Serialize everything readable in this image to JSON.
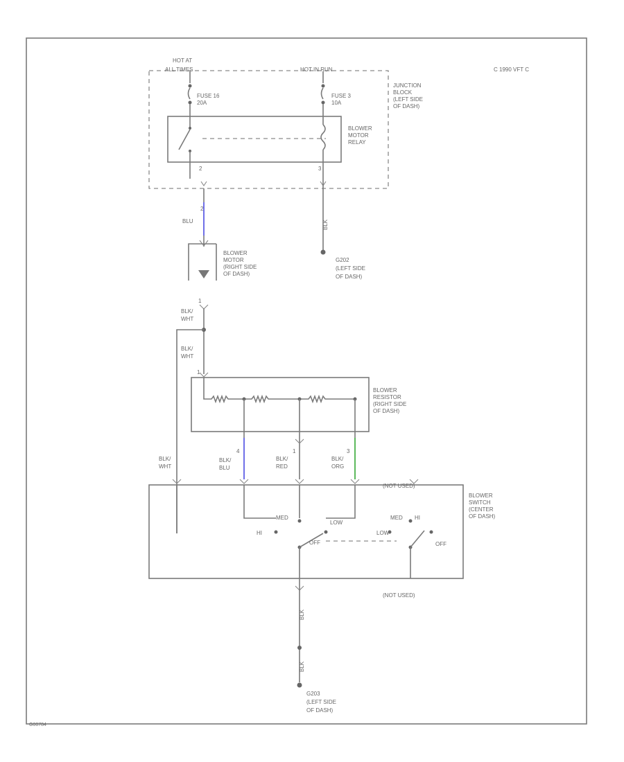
{
  "diagram": {
    "corner_code": "C  1990 VFT C",
    "footer_code": "G00784",
    "colors": {
      "blue_wire": "#6f6fe8",
      "green_wire": "#5cb85c",
      "line": "#7a7a7a"
    },
    "junction_block": {
      "label": [
        "JUNCTION",
        "BLOCK",
        "(LEFT SIDE",
        "OF DASH)"
      ],
      "hot_left": [
        "HOT AT",
        "ALL TIMES"
      ],
      "hot_right": "HOT IN RUN",
      "fuse_left": [
        "FUSE 16",
        "20A"
      ],
      "fuse_right": [
        "FUSE 3",
        "10A"
      ],
      "relay_label": [
        "BLOWER",
        "MOTOR",
        "RELAY"
      ],
      "pin_left": "2",
      "pin_right": "3"
    },
    "ground_top": {
      "wire": "BLK",
      "label": [
        "G202",
        "(LEFT SIDE",
        "OF DASH)"
      ]
    },
    "blower_motor": {
      "wire_in": "BLU",
      "pin_top": "2",
      "pin_bottom": "1",
      "label": [
        "BLOWER",
        "MOTOR",
        "(RIGHT SIDE",
        "OF DASH)"
      ]
    },
    "wire_labels": {
      "blk_wht_1": [
        "BLK/",
        "WHT"
      ],
      "blk_wht_2": [
        "BLK/",
        "WHT"
      ],
      "blk_wht_3": [
        "BLK/",
        "WHT"
      ]
    },
    "resistor": {
      "pin": "1",
      "label": [
        "BLOWER",
        "RESISTOR",
        "(RIGHT SIDE",
        "OF DASH)"
      ]
    },
    "switch_wires": [
      {
        "pin": "4",
        "wire": [
          "BLK/",
          "BLU"
        ]
      },
      {
        "pin": "1",
        "wire": [
          "BLK/",
          "RED"
        ]
      },
      {
        "pin": "3",
        "wire": [
          "BLK/",
          "ORG"
        ]
      }
    ],
    "blower_switch": {
      "label": [
        "BLOWER",
        "SWITCH",
        "(CENTER",
        "OF DASH)"
      ],
      "not_used_top": "(NOT USED)",
      "not_used_bottom": "(NOT USED)",
      "pos_hi": "HI",
      "pos_med": "MED",
      "pos_low": "LOW",
      "pos_off": "OFF",
      "pos_med2": "MED",
      "pos_low2": "LOW",
      "pos_hi2": "HI",
      "pos_off2": "OFF"
    },
    "ground_bottom": {
      "wire_top": "BLK",
      "wire_bottom": "BLK",
      "label": [
        "G203",
        "(LEFT SIDE",
        "OF DASH)"
      ]
    }
  }
}
